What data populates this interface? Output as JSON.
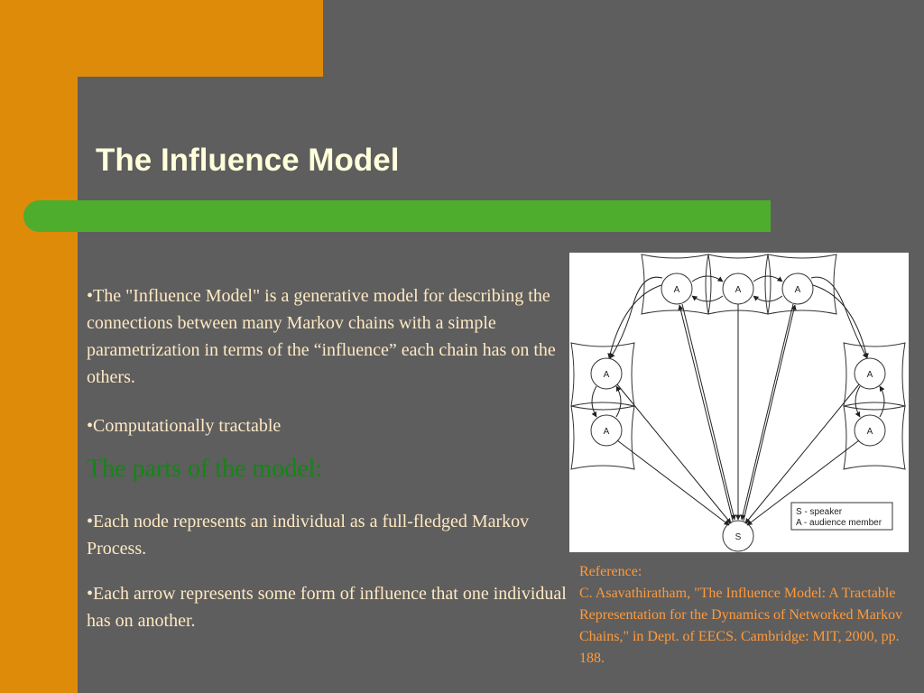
{
  "slide": {
    "title": "The Influence Model",
    "colors": {
      "sidebar": "#de8b0a",
      "panel": "#5e5e5e",
      "accent_bar": "#4ead2c",
      "title": "#ffffdc",
      "body_text": "#ffe9c4",
      "subhead": "#0e8a0e",
      "reference": "#ff9a3c"
    }
  },
  "bullets_intro": [
    "•The \"Influence Model\" is a generative model for describing the connections between many Markov chains with a simple parametrization in terms of the “influence” each chain has on the others.",
    "•Computationally tractable"
  ],
  "subheading": "The parts of the model:",
  "bullets_parts": [
    "•Each node represents an individual as a full-fledged Markov Process.",
    "•Each arrow represents some form of influence that one individual has on another."
  ],
  "figure": {
    "node_audience": "A",
    "node_speaker": "S",
    "legend_speaker": "S - speaker",
    "legend_audience": "A - audience member"
  },
  "reference": {
    "heading": "Reference:",
    "text": "C. Asavathiratham, \"The Influence Model: A Tractable Representation for the Dynamics of Networked Markov Chains,\" in Dept. of EECS. Cambridge: MIT, 2000, pp. 188."
  }
}
